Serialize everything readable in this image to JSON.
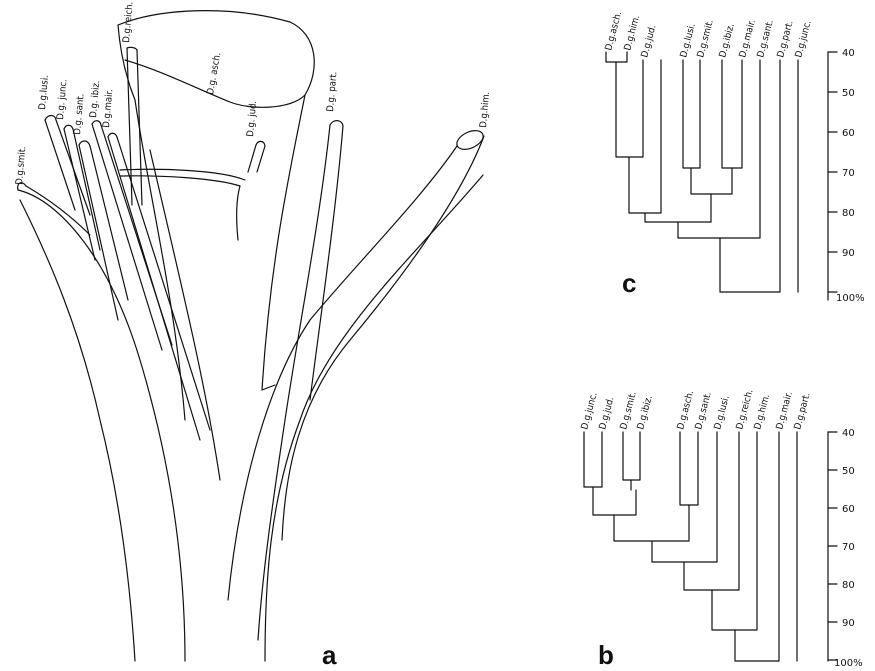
{
  "figure": {
    "panel_a": {
      "letter": "a",
      "branch_labels": [
        "D.g.smit.",
        "D.g.lusi.",
        "D.g. junc.",
        "D.g. sant.",
        "D.g. ibiz.",
        "D.g.mair.",
        "D.g.reich.",
        "D.g. asch.",
        "D.g. jud.",
        "D.g. part.",
        "D.g.him."
      ]
    },
    "panel_c": {
      "letter": "c",
      "leaf_labels": [
        "D.g.asch.",
        "D.g.him.",
        "D.g.jud.",
        "D.g.lusi.",
        "D.g.smit.",
        "D.g.ibiz.",
        "D.g.mair.",
        "D.g.sant.",
        "D.g.part.",
        "D.g.junc."
      ],
      "scale_ticks": [
        "40",
        "50",
        "60",
        "70",
        "80",
        "90",
        "100%"
      ]
    },
    "panel_b": {
      "letter": "b",
      "leaf_labels": [
        "D.g.junc.",
        "D.g.jud.",
        "D.g.smit.",
        "D.g.ibiz.",
        "D.g.asch.",
        "D.g.sant.",
        "D.g.lusi.",
        "D.g.reich.",
        "D.g.him.",
        "D.g.mair.",
        "D.g.part."
      ],
      "scale_ticks": [
        "40",
        "50",
        "60",
        "70",
        "80",
        "90",
        "100%"
      ]
    }
  }
}
